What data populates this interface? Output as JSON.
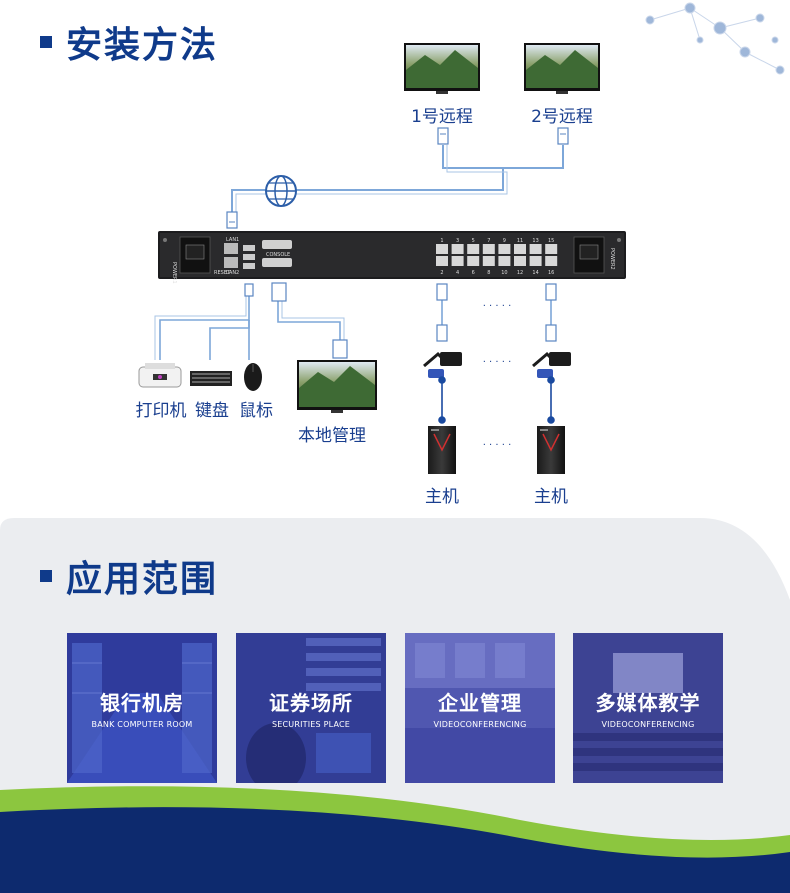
{
  "sections": {
    "install": "安装方法",
    "apps": "应用范围"
  },
  "diagram": {
    "remote1": "1号远程",
    "remote2": "2号远程",
    "printer": "打印机",
    "keyboard": "键盘",
    "mouse": "鼠标",
    "local_manage": "本地管理",
    "host_left": "主机",
    "host_right": "主机",
    "dots": "· · · · ·",
    "device_labels": {
      "power_left": "POWER1",
      "power_right": "POWER2",
      "console": "CONSOLE",
      "reset": "RESET",
      "lan1": "LAN1",
      "lan2": "LAN2",
      "port_top": [
        "1",
        "3",
        "5",
        "7",
        "9",
        "11",
        "13",
        "15"
      ],
      "port_bottom": [
        "2",
        "4",
        "6",
        "8",
        "10",
        "12",
        "14",
        "16"
      ]
    }
  },
  "applications": [
    {
      "cn": "银行机房",
      "en": "BANK COMPUTER ROOM"
    },
    {
      "cn": "证券场所",
      "en": "SECURITIES PLACE"
    },
    {
      "cn": "企业管理",
      "en": "VIDEOCONFERENCING"
    },
    {
      "cn": "多媒体教学",
      "en": "VIDEOCONFERENCING"
    }
  ],
  "colors": {
    "accent": "#0f3a8a",
    "label": "#1a3f8f",
    "cable": "#7da7d9",
    "green_wave": "#8cc63f",
    "navy_wave": "#0d2a6e",
    "card_overlay": "#3a3fa0"
  }
}
